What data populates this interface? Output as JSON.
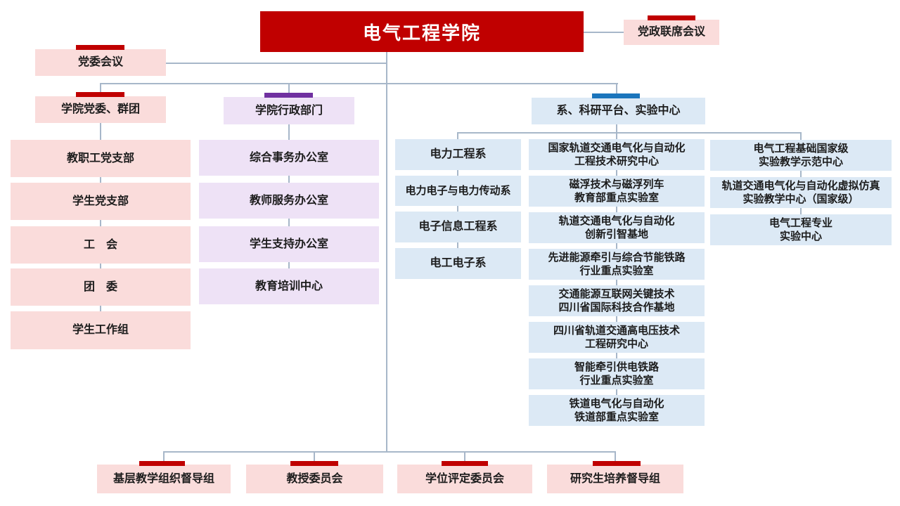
{
  "palette": {
    "accent_red": "#C00000",
    "pink_fill": "#FADCDB",
    "purple_accent": "#7030A0",
    "purple_fill": "#EEE2F6",
    "blue_accent": "#1B75BC",
    "blue_fill": "#DCE9F5",
    "connector_line": "#A7B7C9"
  },
  "root": {
    "title": "电气工程学院"
  },
  "joint_meeting": {
    "label": "党政联席会议"
  },
  "party_meeting": {
    "label": "党委会议"
  },
  "party_branch": {
    "header": "学院党委、群团",
    "items": [
      {
        "label": "教职工党支部"
      },
      {
        "label": "学生党支部"
      },
      {
        "label": "工　会"
      },
      {
        "label": "团　委"
      },
      {
        "label": "学生工作组"
      }
    ]
  },
  "admin_branch": {
    "header": "学院行政部门",
    "items": [
      {
        "label": "综合事务办公室"
      },
      {
        "label": "教师服务办公室"
      },
      {
        "label": "学生支持办公室"
      },
      {
        "label": "教育培训中心"
      }
    ]
  },
  "research_branch": {
    "header": "系、科研平台、实验中心",
    "departments": [
      {
        "label": "电力工程系"
      },
      {
        "label": "电力电子与电力传动系"
      },
      {
        "label": "电子信息工程系"
      },
      {
        "label": "电工电子系"
      }
    ],
    "platforms": [
      {
        "label": "国家轨道交通电气化与自动化\n工程技术研究中心"
      },
      {
        "label": "磁浮技术与磁浮列车\n教育部重点实验室"
      },
      {
        "label": "轨道交通电气化与自动化\n创新引智基地"
      },
      {
        "label": "先进能源牵引与综合节能铁路\n行业重点实验室"
      },
      {
        "label": "交通能源互联网关键技术\n四川省国际科技合作基地"
      },
      {
        "label": "四川省轨道交通高电压技术\n工程研究中心"
      },
      {
        "label": "智能牵引供电铁路\n行业重点实验室"
      },
      {
        "label": "铁道电气化与自动化\n铁道部重点实验室"
      }
    ],
    "labs": [
      {
        "label": "电气工程基础国家级\n实验教学示范中心"
      },
      {
        "label": "轨道交通电气化与自动化虚拟仿真\n实验教学中心（国家级）"
      },
      {
        "label": "电气工程专业\n实验中心"
      }
    ]
  },
  "committees": [
    {
      "label": "基层教学组织督导组"
    },
    {
      "label": "教授委员会"
    },
    {
      "label": "学位评定委员会"
    },
    {
      "label": "研究生培养督导组"
    }
  ]
}
